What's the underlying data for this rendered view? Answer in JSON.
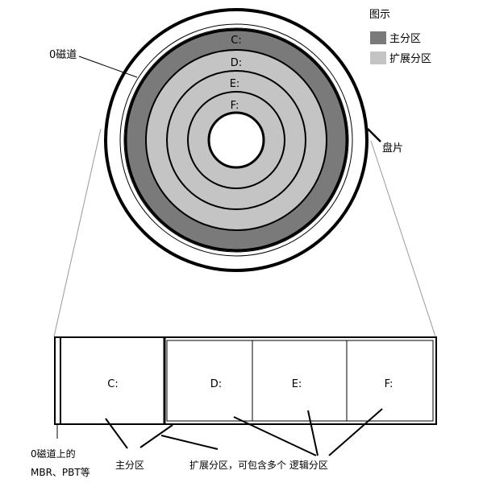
{
  "legend": {
    "title": "图示",
    "items": [
      {
        "label": "主分区",
        "color": "#7a7a7a"
      },
      {
        "label": "扩展分区",
        "color": "#c4c4c4"
      }
    ]
  },
  "disk": {
    "track0_label": "0磁道",
    "platter_label": "盘片",
    "rings": [
      "C:",
      "D:",
      "E:",
      "F:"
    ]
  },
  "layout": {
    "cells": [
      "C:",
      "D:",
      "E:",
      "F:"
    ]
  },
  "annotations": {
    "mbr_line1": "0磁道上的",
    "mbr_line2": "MBR、PBT等",
    "primary": "主分区",
    "extended": "扩展分区，可包含多个 逻辑分区"
  },
  "colors": {
    "primary": "#7a7a7a",
    "extended": "#c4c4c4",
    "outline": "#000000"
  }
}
